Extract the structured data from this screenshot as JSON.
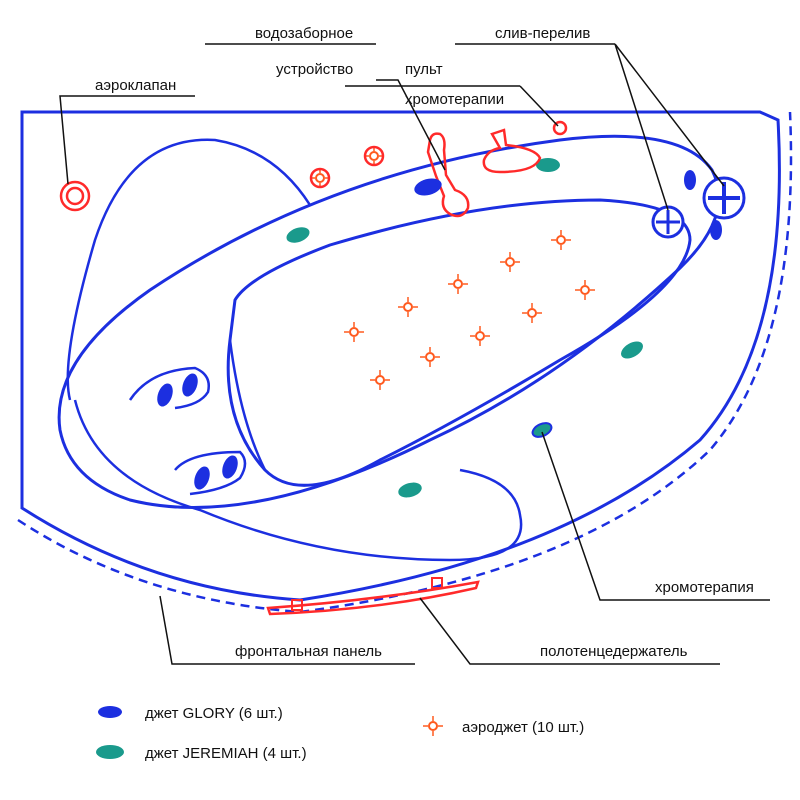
{
  "labels": {
    "aeroklapan": "аэроклапан",
    "vodozabor_line1": "водозаборное",
    "vodozabor_line2": "устройство",
    "pult_line1": "пульт",
    "pult_line2": "хромотерапии",
    "sliv": "слив-перелив",
    "chromotherapy": "хромотерапия",
    "front_panel": "фронтальная панель",
    "towel_holder": "полотенцедержатель"
  },
  "legend": [
    {
      "key": "glory",
      "text": "джет GLORY (6 шт.)",
      "color": "#1c2fe0",
      "icon": "blue-ellipse-jet-icon"
    },
    {
      "key": "jeremiah",
      "text": "джет JEREMIAH (4 шт.)",
      "color": "#1a9a8c",
      "icon": "teal-ellipse-jet-icon"
    },
    {
      "key": "aero",
      "text": "аэроджет (10 шт.)",
      "color": "#ff5a1f",
      "icon": "aerojet-star-icon"
    }
  ],
  "colors": {
    "outline": "#1c2fe0",
    "fixture": "#ff2a2a",
    "aerojet": "#ff5a1f",
    "jeremiah": "#1a9a8c",
    "leader": "#111111"
  }
}
